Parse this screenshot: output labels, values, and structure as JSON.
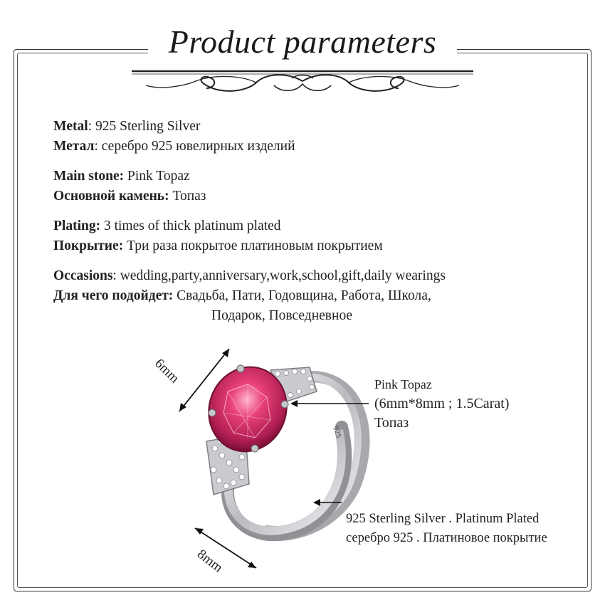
{
  "title": "Product parameters",
  "params": {
    "metal_en_label": "Metal",
    "metal_en_value": ": 925 Sterling Silver",
    "metal_ru_label": "Метал",
    "metal_ru_value": ": серебро 925 ювелирных изделий",
    "stone_en_label": "Main stone:",
    "stone_en_value": " Pink Topaz",
    "stone_ru_label": "Основной камень:",
    "stone_ru_value": " Топаз",
    "plating_en_label": "Plating:",
    "plating_en_value": "  3 times of thick platinum plated",
    "plating_ru_label": "Покрытие:",
    "plating_ru_value": " Три раза покрытое платиновым покрытием",
    "occasions_en_label": "Occasions",
    "occasions_en_value": ": wedding,party,anniversary,work,school,gift,daily wearings",
    "occasions_ru_label": "Для чего подойдет:",
    "occasions_ru_value": "  Свадьба, Пати, Годовщина, Работа, Школа,",
    "occasions_ru_value2": "Подарок, Повседневное"
  },
  "diagram": {
    "dim_top": "6mm",
    "dim_bottom": "8mm",
    "stone_label_1": "Pink Topaz",
    "stone_label_2": "(6mm*8mm ; 1.5Carat)",
    "stone_label_3": "Топаз",
    "metal_label_1": "925 Sterling Silver . Platinum Plated",
    "metal_label_2": "серебро 925 .  Платиновое покрытие",
    "band_stamp": "925"
  },
  "colors": {
    "stone": "#e0356f",
    "stone_dark": "#9c1b49",
    "silver": "#d9dadd",
    "frame": "#333333"
  }
}
